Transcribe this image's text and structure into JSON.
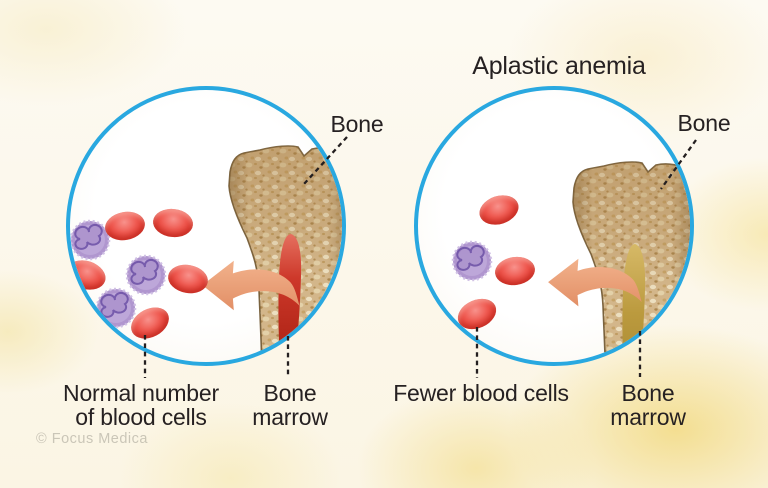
{
  "title": "Aplastic anemia",
  "watermark": "© Focus Medica",
  "left_panel": {
    "bone_label": "Bone",
    "marrow_label": [
      "Bone",
      "marrow"
    ],
    "cells_label": [
      "Normal number",
      "of blood cells"
    ],
    "red_cell_count": 5,
    "white_cell_count": 3
  },
  "right_panel": {
    "bone_label": "Bone",
    "marrow_label": [
      "Bone",
      "marrow"
    ],
    "cells_label": [
      "Fewer blood cells"
    ],
    "red_cell_count": 3,
    "white_cell_count": 1
  },
  "colors": {
    "circle_border": "#29a8e0",
    "red_blood_cell": "#e8423b",
    "white_blood_cell": "#b096cf",
    "arrow": "#eb9d77",
    "bone": "#d3b68a",
    "marrow_normal": "#c5392a",
    "marrow_aplastic": "#bda04b",
    "text": "#262122"
  }
}
